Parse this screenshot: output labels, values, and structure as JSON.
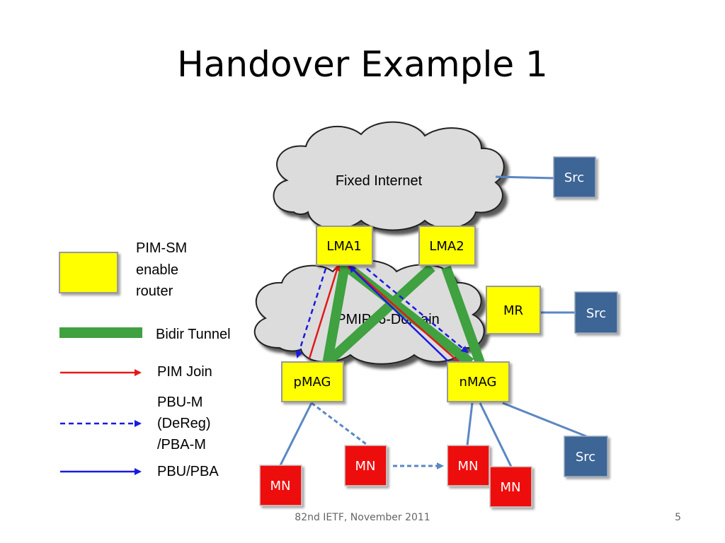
{
  "title": "Handover Example 1",
  "clouds": {
    "internet": "Fixed Internet",
    "domain": "PMIPv6-Domain"
  },
  "nodes": {
    "lma1": "LMA1",
    "lma2": "LMA2",
    "mr": "MR",
    "pmag": "pMAG",
    "nmag": "nMAG",
    "src_top": "Src",
    "src_mid": "Src",
    "src_bottom": "Src",
    "mn_left": "MN",
    "mn_moving": "MN",
    "mn_new": "MN",
    "mn_right": "MN"
  },
  "legend": {
    "router_line1": "PIM-SM",
    "router_line2": "enable",
    "router_line3": "router",
    "tunnel": "Bidir Tunnel",
    "pim_join": "PIM Join",
    "pbu_m_line1": "PBU-M",
    "pbu_m_line2": "(DeReg)",
    "pbu_m_line3": "/PBA-M",
    "pbu_pba": "PBU/PBA"
  },
  "colors": {
    "router": "#ffff00",
    "src": "#3d6596",
    "mn": "#ee1111",
    "tunnel": "#3fa140",
    "pim_join": "#e21a1a",
    "pbu": "#1a1ae0",
    "link": "#5b87c2"
  },
  "footer": {
    "center": "82nd IETF, November 2011",
    "page": "5"
  }
}
